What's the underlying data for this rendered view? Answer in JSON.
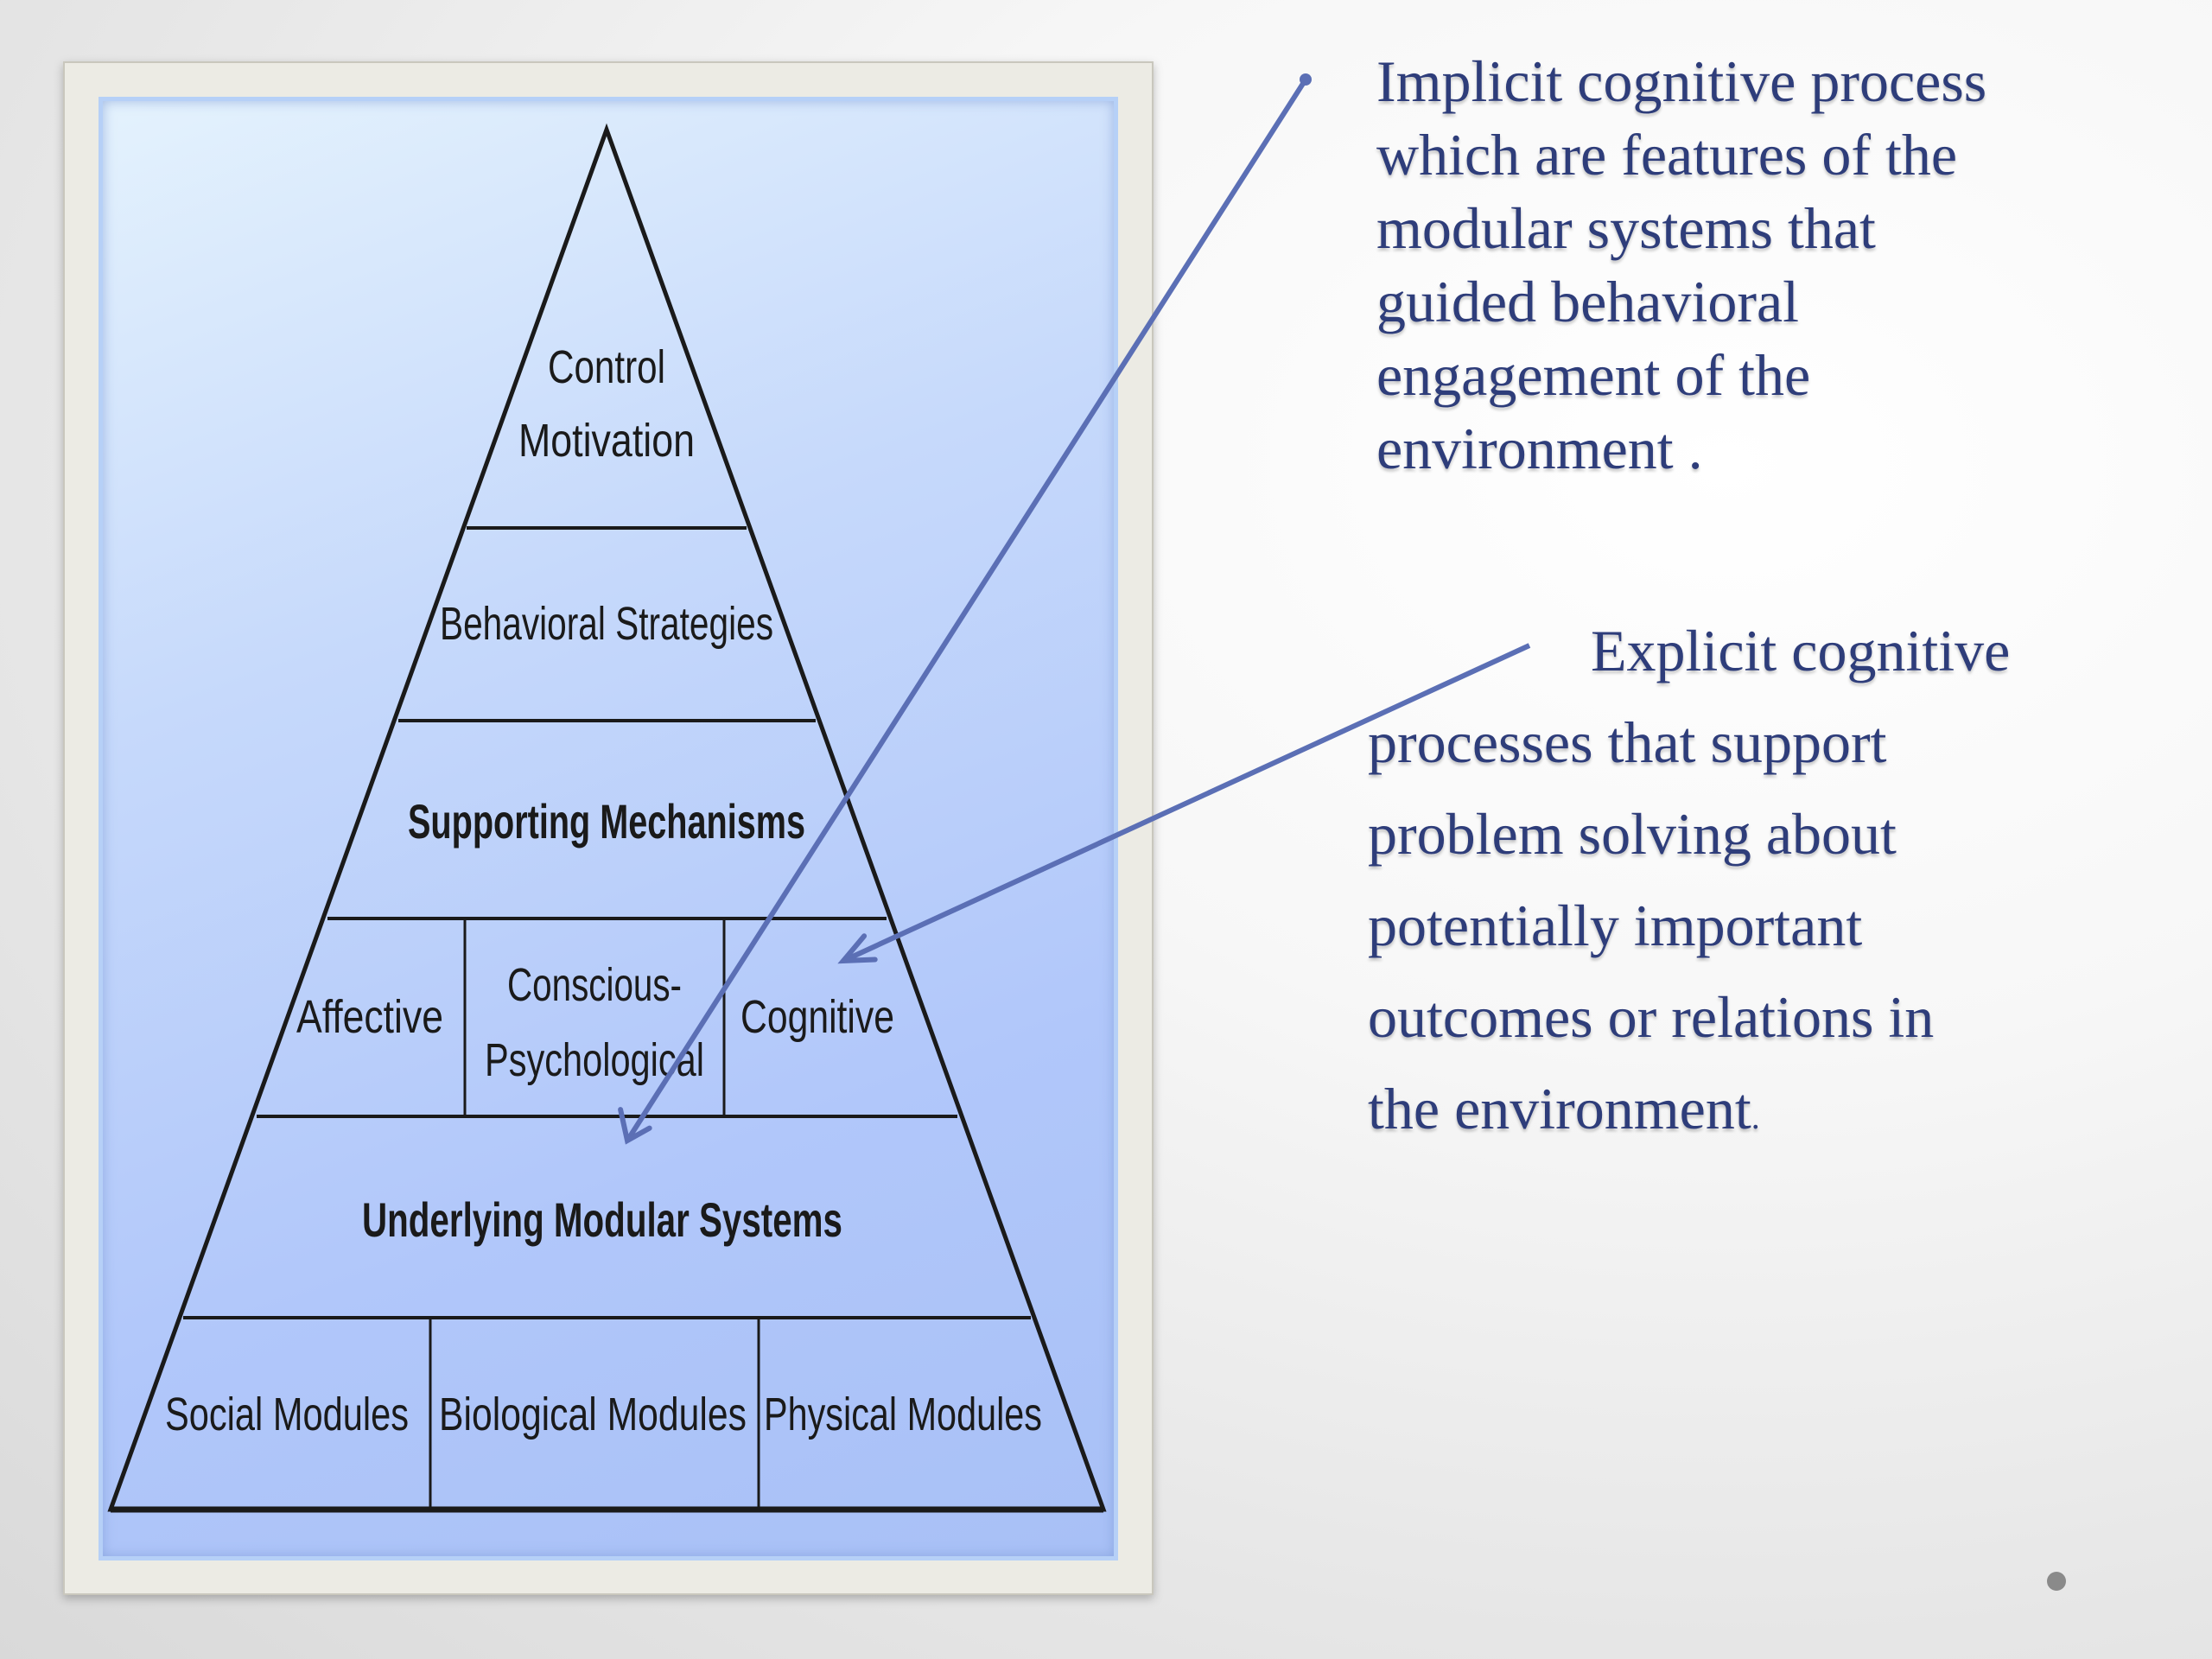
{
  "pyramid": {
    "apex": {
      "line1": "Control",
      "line2": "Motivation"
    },
    "behavioral": "Behavioral Strategies",
    "supporting": "Supporting Mechanisms",
    "middle_cells": {
      "affective": "Affective",
      "conscious_line1": "Conscious-",
      "conscious_line2": "Psychological",
      "cognitive": "Cognitive"
    },
    "underlying": "Underlying Modular Systems",
    "base_cells": {
      "social": "Social Modules",
      "biological": "Biological Modules",
      "physical": "Physical Modules"
    }
  },
  "callouts": {
    "implicit": {
      "lines": [
        "Implicit cognitive process",
        "which are features of the",
        "modular systems that",
        "guided behavioral",
        "engagement of the",
        "environment ."
      ]
    },
    "explicit": {
      "first": "Explicit cognitive",
      "lines": [
        "processes that support",
        "problem solving about",
        "potentially important",
        "outcomes  or relations in",
        "the environment"
      ],
      "end_mark": "."
    }
  },
  "colors": {
    "arrow": "#5b6fb5",
    "callout_text": "#2e3d7a",
    "pyramid_line": "#1a1a1a",
    "panel_top": "#e4f2fd",
    "panel_bottom": "#a8c0f6"
  }
}
